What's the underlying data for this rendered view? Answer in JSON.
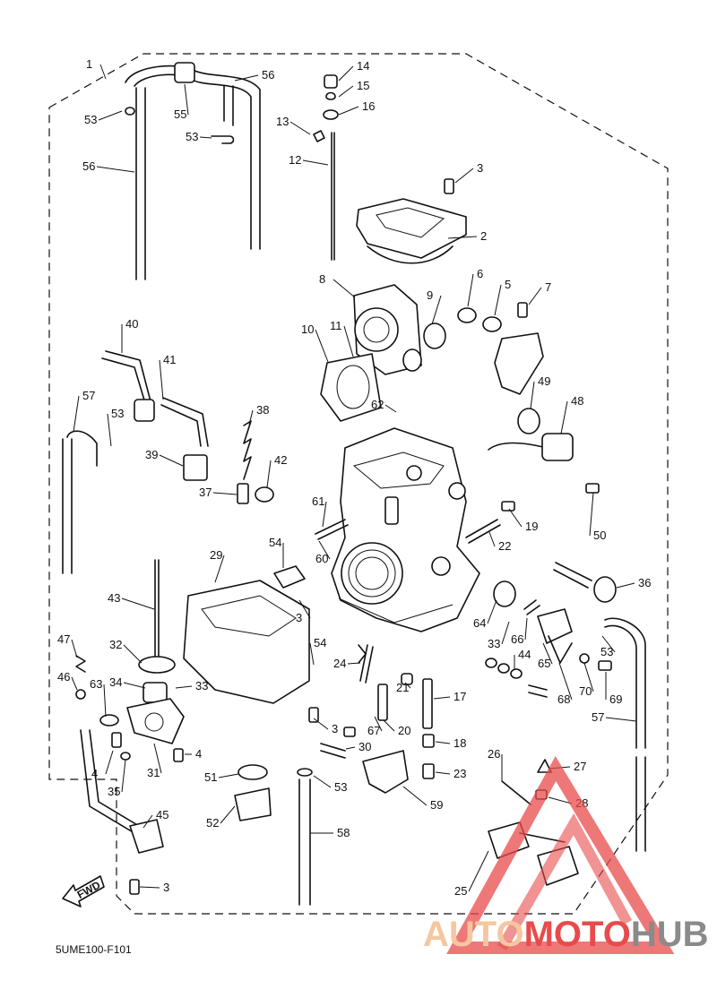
{
  "diagram": {
    "callouts": [
      {
        "n": "1"
      },
      {
        "n": "56"
      },
      {
        "n": "53"
      },
      {
        "n": "55"
      },
      {
        "n": "53"
      },
      {
        "n": "56"
      },
      {
        "n": "14"
      },
      {
        "n": "15"
      },
      {
        "n": "16"
      },
      {
        "n": "13"
      },
      {
        "n": "12"
      },
      {
        "n": "3"
      },
      {
        "n": "2"
      },
      {
        "n": "8"
      },
      {
        "n": "9"
      },
      {
        "n": "6"
      },
      {
        "n": "5"
      },
      {
        "n": "7"
      },
      {
        "n": "10"
      },
      {
        "n": "11"
      },
      {
        "n": "40"
      },
      {
        "n": "41"
      },
      {
        "n": "57"
      },
      {
        "n": "53"
      },
      {
        "n": "62"
      },
      {
        "n": "49"
      },
      {
        "n": "48"
      },
      {
        "n": "38"
      },
      {
        "n": "39"
      },
      {
        "n": "42"
      },
      {
        "n": "37"
      },
      {
        "n": "61"
      },
      {
        "n": "19"
      },
      {
        "n": "60"
      },
      {
        "n": "22"
      },
      {
        "n": "50"
      },
      {
        "n": "54"
      },
      {
        "n": "29"
      },
      {
        "n": "36"
      },
      {
        "n": "43"
      },
      {
        "n": "3"
      },
      {
        "n": "64"
      },
      {
        "n": "33"
      },
      {
        "n": "66"
      },
      {
        "n": "53"
      },
      {
        "n": "47"
      },
      {
        "n": "32"
      },
      {
        "n": "54"
      },
      {
        "n": "24"
      },
      {
        "n": "44"
      },
      {
        "n": "65"
      },
      {
        "n": "46"
      },
      {
        "n": "63"
      },
      {
        "n": "34"
      },
      {
        "n": "33"
      },
      {
        "n": "21"
      },
      {
        "n": "68"
      },
      {
        "n": "70"
      },
      {
        "n": "69"
      },
      {
        "n": "17"
      },
      {
        "n": "57"
      },
      {
        "n": "3"
      },
      {
        "n": "67"
      },
      {
        "n": "20"
      },
      {
        "n": "4"
      },
      {
        "n": "30"
      },
      {
        "n": "18"
      },
      {
        "n": "4"
      },
      {
        "n": "31"
      },
      {
        "n": "26"
      },
      {
        "n": "27"
      },
      {
        "n": "51"
      },
      {
        "n": "53"
      },
      {
        "n": "23"
      },
      {
        "n": "35"
      },
      {
        "n": "59"
      },
      {
        "n": "28"
      },
      {
        "n": "45"
      },
      {
        "n": "52"
      },
      {
        "n": "58"
      },
      {
        "n": "25"
      },
      {
        "n": "3"
      }
    ],
    "fwd_label": "FWD",
    "code": "5UME100-F101"
  },
  "watermark": {
    "part1": "AUTO",
    "part2": "MOTO",
    "part3": "HUB",
    "color_light": "#f5c7a0",
    "color_red": "#e84b4b",
    "color_gray": "#8a8a8a"
  }
}
